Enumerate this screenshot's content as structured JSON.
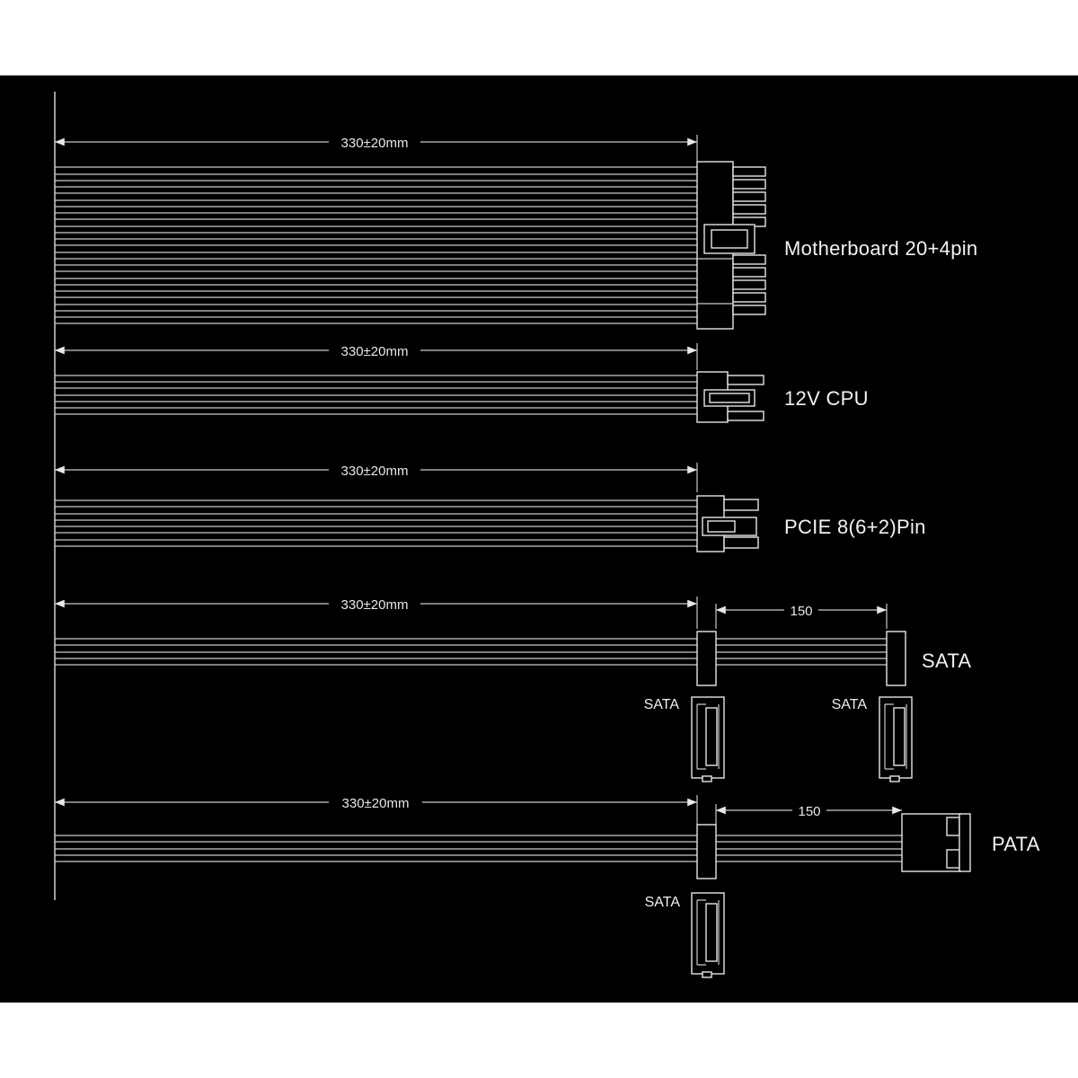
{
  "accent_color": "#ffffff",
  "background_color": "#000000",
  "dimensions": {
    "mb_length": "330±20mm",
    "cpu_length": "330±20mm",
    "pcie_length": "330±20mm",
    "sata_length": "330±20mm",
    "sata_spacing": "150",
    "pata_length": "330±20mm",
    "pata_spacing": "150"
  },
  "connectors": {
    "motherboard": "Motherboard 20+4pin",
    "cpu": "12V CPU",
    "pcie": "PCIE 8(6+2)Pin",
    "sata_end": "SATA",
    "sata_drop_1": "SATA",
    "sata_drop_2": "SATA",
    "pata_end": "PATA",
    "pata_sata_drop": "SATA"
  }
}
